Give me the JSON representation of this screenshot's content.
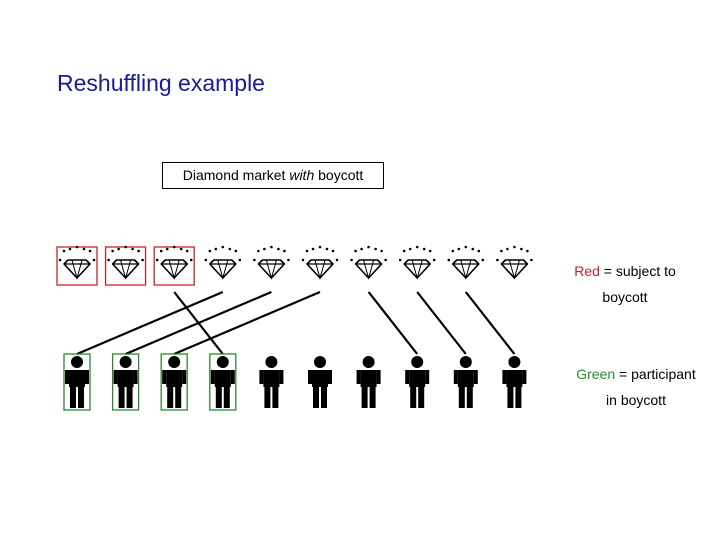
{
  "slide": {
    "title": "Reshuffling example",
    "caption": {
      "prefix": "Diamond market ",
      "emphasis": "with",
      "suffix": " boycott"
    },
    "legend_red": {
      "keyword": "Red",
      "rest_line1": " = subject to",
      "line2": "boycott"
    },
    "legend_green": {
      "keyword": "Green",
      "rest_line1": " = participant",
      "line2": "in boycott"
    }
  },
  "colors": {
    "title": "#1a1a99",
    "boycott_subject": "#cc2222",
    "boycott_participant": "#2a8a2a",
    "ink": "#000000"
  },
  "diagram": {
    "diamonds": [
      {
        "status": "boycotted"
      },
      {
        "status": "boycotted"
      },
      {
        "status": "boycotted"
      },
      {
        "status": "normal"
      },
      {
        "status": "normal"
      },
      {
        "status": "normal"
      },
      {
        "status": "normal"
      },
      {
        "status": "normal"
      },
      {
        "status": "normal"
      },
      {
        "status": "normal"
      }
    ],
    "people": [
      {
        "status": "participant"
      },
      {
        "status": "participant"
      },
      {
        "status": "participant"
      },
      {
        "status": "participant"
      },
      {
        "status": "normal"
      },
      {
        "status": "normal"
      },
      {
        "status": "normal"
      },
      {
        "status": "normal"
      },
      {
        "status": "normal"
      },
      {
        "status": "normal"
      }
    ],
    "matches": [
      {
        "diamond": 4,
        "person": 1
      },
      {
        "diamond": 5,
        "person": 2
      },
      {
        "diamond": 6,
        "person": 3
      },
      {
        "diamond": 3,
        "person": 4
      },
      {
        "diamond": 7,
        "person": 8
      },
      {
        "diamond": 8,
        "person": 9
      },
      {
        "diamond": 9,
        "person": 10
      }
    ],
    "icons": {
      "goods": "diamond-icon",
      "agent": "person-icon"
    }
  }
}
